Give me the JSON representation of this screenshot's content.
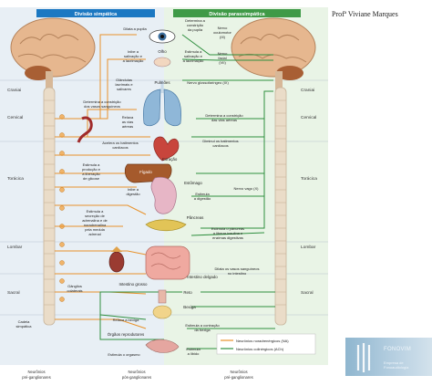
{
  "author": "Profª Viviane Marques",
  "logo": {
    "word": "FONOVIM",
    "subtitle_line1": "Empresa de",
    "subtitle_line2": "Fonoaudiologia"
  },
  "diagram": {
    "sympathetic_title": "Divisão simpática",
    "parasympathetic_title": "Divisão parassimpática",
    "regions_left": [
      "Craniai",
      "Cervical",
      "Torácica",
      "Lombar",
      "Sacral"
    ],
    "regions_right": [
      "Craniai",
      "Cervical",
      "Torácica",
      "Lombar",
      "Sacral"
    ],
    "organ_labels": {
      "eye": "Olho",
      "lungs": "Pulmões",
      "heart": "Coração",
      "liver": "Fígado",
      "stomach": "Estômago",
      "pancreas": "Pâncreas",
      "intestine": "Intestino delgado",
      "large_intestine": "Intestino grosso",
      "rectum": "Reto",
      "bladder": "Bexiga",
      "reproductive": "Órgãos reprodutores"
    },
    "sym_effects": {
      "dilate_pupil": "Dilata a pupila",
      "inhibit_saliva": [
        "Inibe a",
        "salivação e",
        "a lacrimação"
      ],
      "glands": [
        "Glândulas",
        "lacrimais e",
        "salivares"
      ],
      "constrict_vessels": [
        "Determina a constrição",
        "dos vasos sanguíneos"
      ],
      "relax_airways": [
        "Relaxa",
        "as vias",
        "aéreas"
      ],
      "accelerate_heart": [
        "Acelera os batimentos",
        "cardíacos"
      ],
      "glucose": [
        "Estimula a",
        "produção e",
        "a liberação",
        "de glicose"
      ],
      "inhibit_digestion": [
        "Inibe a",
        "digestão"
      ],
      "adrenal": [
        "Estimula a",
        "secreção de",
        "adrenalina e de",
        "noradrenalina",
        "pela medula",
        "adrenal"
      ],
      "relax_bladder": "Relaxa a bexiga",
      "orgasm": "Estimula o orgasmo",
      "celiac": [
        "Gânglios",
        "colaterais"
      ],
      "chain": [
        "Cadeia",
        "simpática"
      ]
    },
    "para_effects": {
      "constrict_pupil": [
        "Determina a",
        "constrição",
        "da pupila"
      ],
      "stim_saliva": [
        "Estimula a",
        "salivação e",
        "a lacrimação"
      ],
      "oculomotor": [
        "Nervo",
        "oculomotor",
        "(III)"
      ],
      "facial": [
        "Nervo",
        "facial",
        "(VII)"
      ],
      "glossopharyngeal": "Nervo glossofaríngeo (IX)",
      "constrict_airways": [
        "Determina a constrição",
        "das vias aéreas"
      ],
      "slow_heart": [
        "Diminui os batimentos",
        "cardíacos"
      ],
      "vagus": "Nervo vago (X)",
      "stim_digestion": [
        "Estimula",
        "a digestão"
      ],
      "pancreas": [
        "Estimula o pâncreas",
        "a liberar insulina e",
        "enzimas digestivas"
      ],
      "dilate_vessels": [
        "Dilata os vasos sanguíneos",
        "no intestino"
      ],
      "contract_bladder": [
        "Estimula a contração",
        "da bexiga"
      ],
      "libido": [
        "Estimula",
        "a libido"
      ]
    },
    "legend": {
      "noradrenergic": "Neurônios noradrenérgicos (NA)",
      "cholinergic": "Neurônios colinérgicos (ACh)"
    },
    "bottom_labels": [
      [
        "Neurônios",
        "pré-ganglionares"
      ],
      [
        "Neurônios",
        "pós-ganglionares"
      ],
      [
        "Neurônios",
        "pré-ganglionares"
      ]
    ],
    "colors": {
      "sym_bg": "#e8eff5",
      "para_bg": "#e9f4e6",
      "sym_header": "#1b78c2",
      "para_header": "#3f9a47",
      "nerve_orange": "#e8922b",
      "nerve_green": "#2f8f3f",
      "brain": "#e6b78f",
      "spine": "#eadcc8"
    }
  }
}
